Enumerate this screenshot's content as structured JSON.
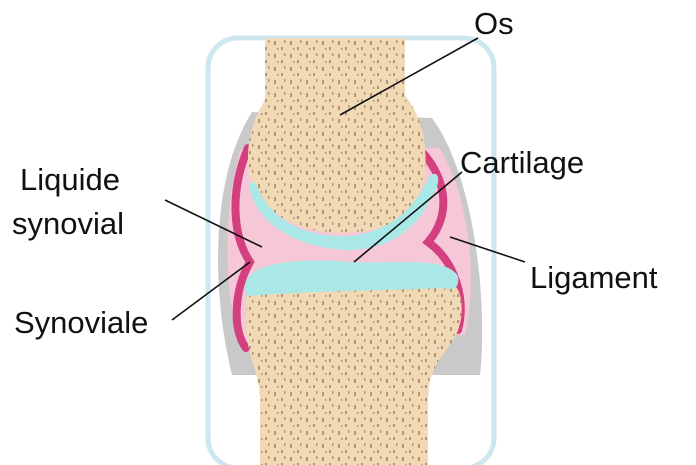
{
  "labels": {
    "os": "Os",
    "cartilage": "Cartilage",
    "liquide_line1": "Liquide",
    "liquide_line2": "synovial",
    "ligament": "Ligament",
    "synoviale": "Synoviale"
  },
  "colors": {
    "bone": "#F2D9B5",
    "bone_pores": "#9C7F63",
    "cartilage": "#A9E8E6",
    "synovial_membrane": "#D43F80",
    "synovial_fluid": "#F6C8D7",
    "ligament": "#C9C9C9",
    "frame": "#CDE7F0",
    "leader_line": "#111111"
  }
}
